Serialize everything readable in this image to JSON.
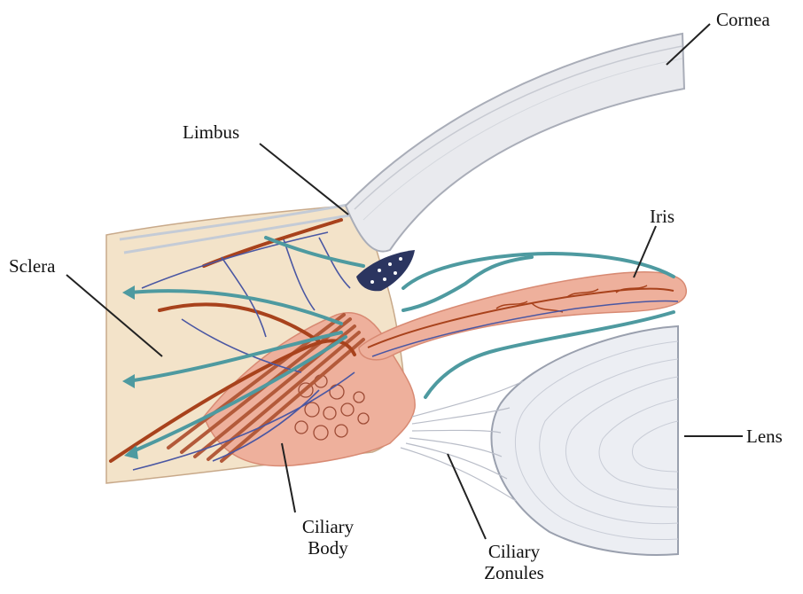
{
  "labels": {
    "cornea": "Cornea",
    "limbus": "Limbus",
    "iris": "Iris",
    "sclera": "Sclera",
    "lens": "Lens",
    "ciliary_body": [
      "Ciliary",
      "Body"
    ],
    "ciliary_zonules": [
      "Ciliary",
      "Zonules"
    ]
  },
  "colors": {
    "cornea": "#e9eaee",
    "sclera": "#f3e3c9",
    "iris": "#eeb09c",
    "ciliary_muscle": "#b35a3a",
    "artery": "#a8421c",
    "vein": "#4a57a3",
    "aqueous_flow": "#4e9aa0",
    "lens": "#eceef3",
    "leader_line": "#222222"
  }
}
